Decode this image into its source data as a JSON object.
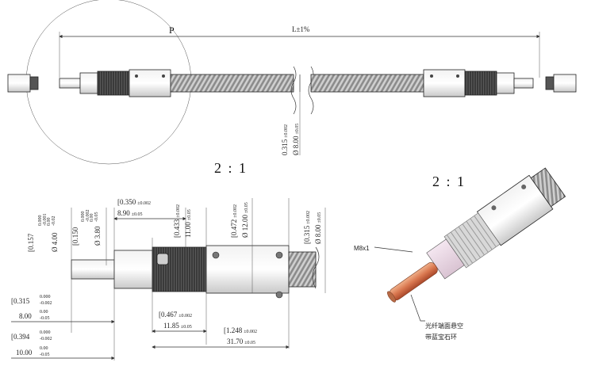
{
  "top_view": {
    "label_p": "P",
    "label_length": "L±1%",
    "hose_dim_imperial": "0.315",
    "hose_dim_imperial_tol": "±0.002",
    "hose_dim_metric": "Ø 8.00",
    "hose_dim_metric_tol": "±0.05"
  },
  "scale_left": "2 : 1",
  "scale_right": "2 : 1",
  "side_view": {
    "d1_imperial": "0.157",
    "d1_imperial_tol_top": "0.000",
    "d1_imperial_tol_bot": "-0.001",
    "d1_metric": "Ø 4.00",
    "d1_metric_tol_top": "0.00",
    "d1_metric_tol_bot": "-0.02",
    "d2_imperial": "0.150",
    "d2_imperial_tol_top": "0.000",
    "d2_imperial_tol_bot": "-0.002",
    "d2_metric": "Ø 3.80",
    "d2_metric_tol_top": "0.00",
    "d2_metric_tol_bot": "-0.05",
    "l_890_imperial": "0.350",
    "l_890_imperial_tol": "±0.002",
    "l_890_metric": "8.90",
    "l_890_metric_tol": "±0.05",
    "d3_imperial": "0.433",
    "d3_imperial_tol": "±0.002",
    "d3_metric": "11.00",
    "d3_metric_tol": "±0.05",
    "d4_imperial": "0.472",
    "d4_imperial_tol": "±0.002",
    "d4_metric": "Ø 12.00",
    "d4_metric_tol": "±0.05",
    "d5_imperial": "0.315",
    "d5_imperial_tol": "±0.002",
    "d5_metric": "Ø 8.00",
    "d5_metric_tol": "±0.05",
    "l_800_imperial": "0.315",
    "l_800_imperial_tol_top": "0.000",
    "l_800_imperial_tol_bot": "-0.002",
    "l_800_metric": "8.00",
    "l_800_metric_tol_top": "0.00",
    "l_800_metric_tol_bot": "-0.05",
    "l_1000_imperial": "0.394",
    "l_1000_imperial_tol_top": "0.000",
    "l_1000_imperial_tol_bot": "-0.002",
    "l_1000_metric": "10.00",
    "l_1000_metric_tol_top": "0.00",
    "l_1000_metric_tol_bot": "-0.05",
    "l_1185_imperial": "0.467",
    "l_1185_imperial_tol": "±0.002",
    "l_1185_metric": "11.85",
    "l_1185_metric_tol": "±0.05",
    "l_3170_imperial": "1.248",
    "l_3170_imperial_tol": "±0.002",
    "l_3170_metric": "31.70",
    "l_3170_metric_tol": "±0.05"
  },
  "iso_view": {
    "thread_label": "M8x1",
    "note_line1": "光纤端面悬空",
    "note_line2": "带蓝宝石环"
  }
}
